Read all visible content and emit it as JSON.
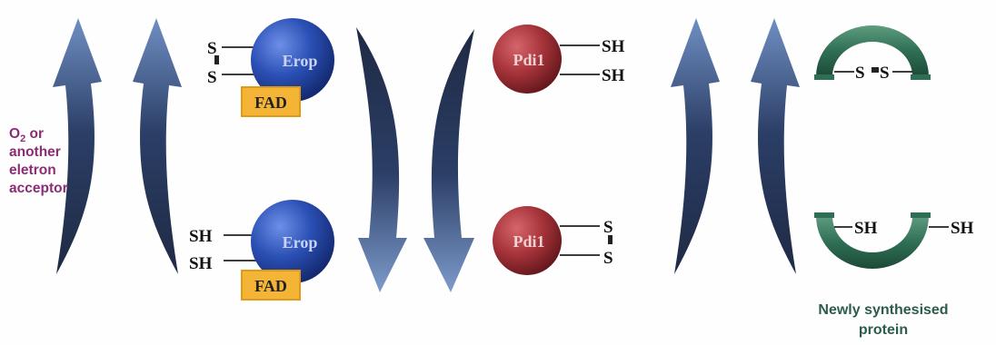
{
  "acceptor": {
    "o_symbol": "O",
    "o_subscript": "2",
    "line1_tail": " or",
    "line2": "another",
    "line3": "eletron",
    "line4": "acceptor"
  },
  "ero_oxidized": {
    "name": "Erop",
    "cofactor": "FAD",
    "s_top": "S",
    "s_bottom": "S"
  },
  "ero_reduced": {
    "name": "Erop",
    "cofactor": "FAD",
    "sh_top": "SH",
    "sh_bottom": "SH"
  },
  "pdi_reduced": {
    "name": "Pdi1",
    "sh_top": "SH",
    "sh_bottom": "SH"
  },
  "pdi_oxidized": {
    "name": "Pdi1",
    "s_top": "S",
    "s_bottom": "S"
  },
  "protein_oxidized": {
    "bond": "S=S",
    "s_left": "S",
    "s_right": "S"
  },
  "protein_reduced": {
    "sh_left": "SH",
    "sh_right": "SH"
  },
  "protein_caption": {
    "line1": "Newly synthesised",
    "line2": "protein"
  },
  "colors": {
    "arrow_dark": "#1f2a44",
    "arrow_light": "#6f8fc2",
    "ero": "#2a4fb4",
    "pdi": "#a8343b",
    "fad": "#f4b536",
    "protein": "#2f6f55",
    "acceptor_text": "#8b2d76",
    "caption_text": "#2b5c4c"
  }
}
